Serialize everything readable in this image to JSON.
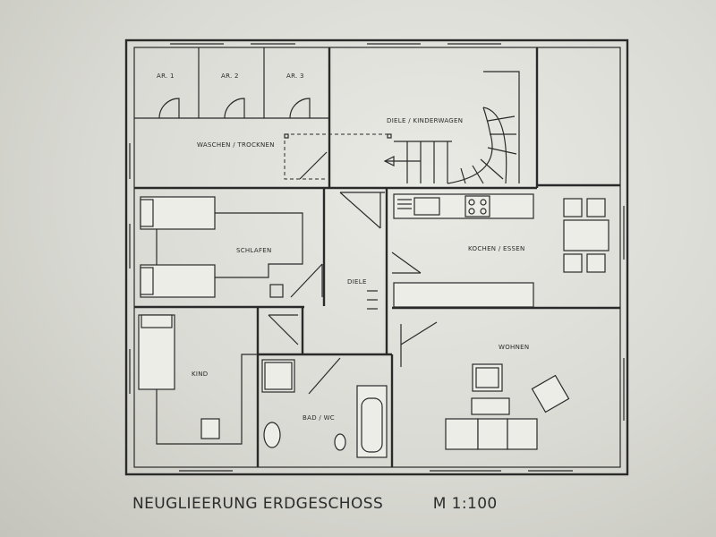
{
  "plan": {
    "title": "NEUGLIEERUNG ERDGESCHOSS",
    "scale": "M 1:100",
    "rooms": {
      "ar1": "AR. 1",
      "ar2": "AR. 2",
      "ar3": "AR. 3",
      "waschen": "WASCHEN / TROCKNEN",
      "diele_kinderwagen": "DIELE / KINDERWAGEN",
      "schlafen": "SCHLAFEN",
      "diele": "DIELE",
      "kochen": "KOCHEN / ESSEN",
      "wohnen": "WOHNEN",
      "kind": "KIND",
      "bad": "BAD / WC"
    }
  },
  "colors": {
    "paper": "#e3e4de",
    "ink": "#2a2a2a"
  }
}
